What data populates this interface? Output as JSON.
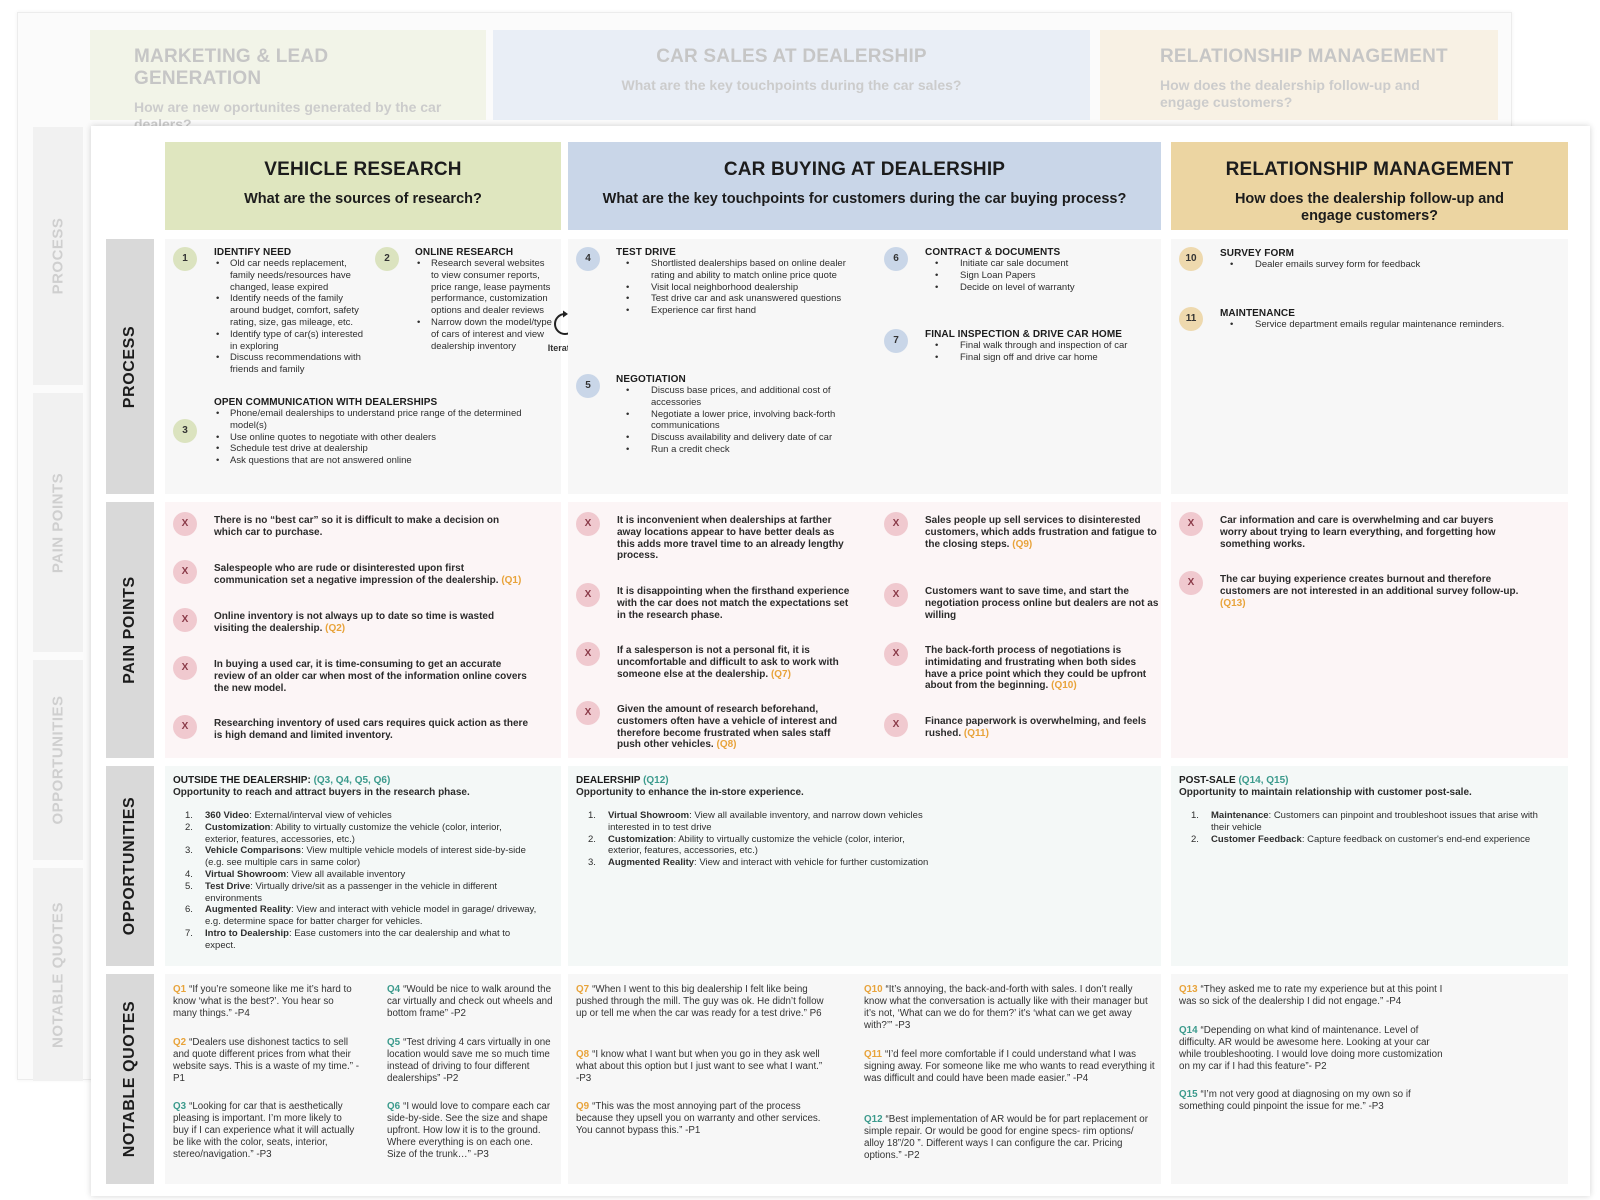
{
  "back": {
    "phases": [
      {
        "title": "MARKETING & LEAD GENERATION",
        "question": "How are new oportunites generated by the car dealers?",
        "color": "#f2f4e8"
      },
      {
        "title": "CAR SALES AT DEALERSHIP",
        "question": "What are the key touchpoints during the car sales?",
        "color": "#e9eef6"
      },
      {
        "title": "RELATIONSHIP MANAGEMENT",
        "question": "How does the dealership follow-up and engage customers?",
        "color": "#f8f1e4"
      }
    ],
    "rows": [
      "PROCESS",
      "PAIN POINTS",
      "OPPORTUNITIES",
      "NOTABLE QUOTES"
    ]
  },
  "phases": [
    {
      "title": "VEHICLE RESEARCH",
      "question": "What are the sources of research?",
      "color": "#dfe6bf"
    },
    {
      "title": "CAR BUYING AT DEALERSHIP",
      "question": "What are the key touchpoints for customers during the car buying process?",
      "color": "#c9d6e8"
    },
    {
      "title": "RELATIONSHIP MANAGEMENT",
      "question": "How does the dealership follow-up and engage customers?",
      "color": "#ecd5a2"
    }
  ],
  "rows": [
    "PROCESS",
    "PAIN POINTS",
    "OPPORTUNITIES",
    "NOTABLE QUOTES"
  ],
  "iterative_label": "Iterative",
  "process": {
    "s1": {
      "num": "1",
      "title": "IDENTIFY NEED",
      "bullets": [
        "Old car needs replacement, family needs/resources have changed, lease expired",
        "Identify needs of the family around budget, comfort, safety rating, size, gas mileage, etc.",
        "Identify type of car(s) interested in exploring",
        "Discuss recommendations with friends and family"
      ]
    },
    "s2": {
      "num": "2",
      "title": "ONLINE RESEARCH",
      "bullets": [
        "Research several websites to view consumer reports, price range, lease payments performance, customization options and dealer reviews",
        "Narrow down the model/type of cars of interest and view dealership inventory"
      ]
    },
    "s3": {
      "num": "3",
      "title": "OPEN COMMUNICATION WITH DEALERSHIPS",
      "bullets": [
        "Phone/email dealerships to understand price range of the determined model(s)",
        "Use online quotes to negotiate with other dealers",
        "Schedule test drive at dealership",
        "Ask questions that are not answered online"
      ]
    },
    "s4": {
      "num": "4",
      "title": "TEST DRIVE",
      "bullets": [
        "Shortlisted dealerships based on online dealer rating and ability to match online price quote",
        "Visit local neighborhood dealership",
        "Test drive car and ask unanswered questions",
        "Experience car first hand"
      ]
    },
    "s5": {
      "num": "5",
      "title": "NEGOTIATION",
      "bullets": [
        "Discuss base prices, and additional cost of accessories",
        "Negotiate a lower price, involving back-forth communications",
        "Discuss availability and delivery date of car",
        "Run a credit check"
      ]
    },
    "s6": {
      "num": "6",
      "title": "CONTRACT & DOCUMENTS",
      "bullets": [
        "Initiate car sale document",
        "Sign Loan Papers",
        "Decide on level of warranty"
      ]
    },
    "s7": {
      "num": "7",
      "title": "FINAL INSPECTION & DRIVE CAR HOME",
      "bullets": [
        "Final walk through and inspection  of car",
        "Final sign off and drive car home"
      ]
    },
    "s10": {
      "num": "10",
      "title": "SURVEY FORM",
      "bullets": [
        "Dealer emails survey form for feedback"
      ]
    },
    "s11": {
      "num": "11",
      "title": "MAINTENANCE",
      "bullets": [
        "Service department emails regular maintenance reminders."
      ]
    }
  },
  "pain": {
    "x": "X",
    "col1": [
      {
        "text": "There is no “best car” so it is difficult to make a decision on which car to purchase.",
        "ref": ""
      },
      {
        "text": "Salespeople who are rude or disinterested upon first communication set a negative impression of the dealership.",
        "ref": "(Q1)"
      },
      {
        "text": "Online inventory is not always up to date so time is wasted visiting the dealership.",
        "ref": "(Q2)"
      },
      {
        "text": "In buying a used car, it is time-consuming to get an accurate review of an older car when most of the information online covers the new model.",
        "ref": ""
      },
      {
        "text": "Researching inventory of used cars requires quick action as there is high demand and limited inventory.",
        "ref": ""
      }
    ],
    "col2": [
      {
        "text": "It is inconvenient when dealerships at farther away locations appear to have better deals as this adds more travel time to an already lengthy process.",
        "ref": ""
      },
      {
        "text": "It is disappointing when the firsthand experience with the car does not match the expectations set in the research phase.",
        "ref": ""
      },
      {
        "text": "If a salesperson is not a personal fit, it is uncomfortable and difficult to ask to work with someone else at the dealership.",
        "ref": "(Q7)"
      },
      {
        "text": "Given the amount of research beforehand, customers often have a vehicle of interest and therefore become frustrated when sales staff push other vehicles.",
        "ref": "(Q8)"
      }
    ],
    "col3": [
      {
        "text": "Sales people up sell services to disinterested customers, which adds frustration and fatigue to the closing steps.",
        "ref": "(Q9)"
      },
      {
        "text": "Customers want to save time, and start the negotiation process online but dealers are not as willing",
        "ref": ""
      },
      {
        "text": "The back-forth process of negotiations is intimidating and frustrating when both sides have a price point which they could be upfront about from the beginning.",
        "ref": "(Q10)"
      },
      {
        "text": "Finance paperwork is overwhelming, and feels rushed.",
        "ref": "(Q11)"
      }
    ],
    "col4": [
      {
        "text": "Car information and care is overwhelming and car buyers worry about trying to learn everything, and forgetting how something works.",
        "ref": ""
      },
      {
        "text": "The car buying experience creates burnout and therefore customers are not interested in an additional survey follow-up.",
        "ref": "(Q13)"
      }
    ]
  },
  "opp": {
    "outside": {
      "head": "OUTSIDE THE DEALERSHIP:",
      "refs": "(Q3, Q4, Q5, Q6)",
      "sub": "Opportunity to reach and attract buyers in the research phase.",
      "items": [
        {
          "n": "1.",
          "b": "360 Video",
          "t": ": External/interval view of vehicles"
        },
        {
          "n": "2.",
          "b": "Customization",
          "t": ": Ability to virtually customize the vehicle (color, interior, exterior, features, accessories, etc.)"
        },
        {
          "n": "3.",
          "b": "Vehicle Comparisons",
          "t": ": View multiple vehicle models of interest side-by-side (e.g. see multiple cars in same color)"
        },
        {
          "n": "4.",
          "b": "Virtual Showroom",
          "t": ": View all available inventory"
        },
        {
          "n": "5.",
          "b": "Test Drive",
          "t": ": Virtually drive/sit as a passenger in the vehicle in different environments"
        },
        {
          "n": "6.",
          "b": "Augmented Reality",
          "t": ": View and interact with vehicle model in garage/ driveway, e.g. determine space for batter charger for vehicles."
        },
        {
          "n": "7.",
          "b": "Intro to Dealership",
          "t": ": Ease customers into the car dealership and what to expect."
        }
      ]
    },
    "dealer": {
      "head": "DEALERSHIP",
      "refs": "(Q12)",
      "sub": "Opportunity to enhance the in-store experience.",
      "items": [
        {
          "n": "1.",
          "b": "Virtual Showroom",
          "t": ": View all available inventory, and narrow down vehicles interested in to test drive"
        },
        {
          "n": "2.",
          "b": "Customization",
          "t": ": Ability to virtually customize the vehicle (color, interior, exterior, features, accessories, etc.)"
        },
        {
          "n": "3.",
          "b": "Augmented Reality",
          "t": ": View and interact with vehicle for further customization"
        }
      ]
    },
    "post": {
      "head": "POST-SALE",
      "refs": "(Q14, Q15)",
      "sub": "Opportunity to maintain relationship with customer post-sale.",
      "items": [
        {
          "n": "1.",
          "b": "Maintenance",
          "t": ": Customers can pinpoint and troubleshoot issues that arise with their vehicle"
        },
        {
          "n": "2.",
          "b": "Customer Feedback",
          "t": ": Capture feedback on customer's end-end experience"
        }
      ]
    }
  },
  "quotes": {
    "q1": {
      "id": "Q1",
      "text": "“If you’re someone like me it’s hard to know ‘what is the best?’. You hear so many things.” -P4"
    },
    "q2": {
      "id": "Q2",
      "text": "“Dealers use dishonest tactics to sell and quote different prices from what their website says. This is a waste of my time.” -P1"
    },
    "q3": {
      "id": "Q3",
      "text": "“Looking for car that is aesthetically pleasing is important. I’m more likely to buy if I can experience what it will actually be like with the color, seats, interior, stereo/navigation.” -P3"
    },
    "q4": {
      "id": "Q4",
      "text": "“Would be nice to walk around the car virtually and check out wheels and bottom frame” -P2"
    },
    "q5": {
      "id": "Q5",
      "text": "“Test driving 4 cars virtually in one location would save me so much time instead of driving to four different dealerships” -P2"
    },
    "q6": {
      "id": "Q6",
      "text": "“I would love to compare each car side-by-side. See the size and shape upfront. How low it is to the ground. Where everything is on each one. Size of the trunk…” -P3"
    },
    "q7": {
      "id": "Q7",
      "text": "“When I went to this big dealership I felt like being pushed through the mill. The guy was ok. He didn’t follow up or tell me when the car was ready for a test drive.” P6"
    },
    "q8": {
      "id": "Q8",
      "text": "“I know what I want but when you go in they ask well what about this option but I just want to see what I want.” -P3"
    },
    "q9": {
      "id": "Q9",
      "text": "“This was the most annoying part of the process because they upsell you on warranty and other services. You cannot bypass this.” -P1"
    },
    "q10": {
      "id": "Q10",
      "text": "“It’s annoying, the back-and-forth with sales. I don’t really know what the conversation is actually like with their manager but it’s not, ‘What can we do for them?’ it’s ‘what can we get away with?’” -P3"
    },
    "q11": {
      "id": "Q11",
      "text": "“I’d feel more comfortable if I could understand what I was signing away. For someone like me who wants to read everything it was difficult and could have been made easier.” -P4"
    },
    "q12": {
      "id": "Q12",
      "text": "“Best implementation of AR would be for part replacement or simple repair. Or would be good for engine specs- rim options/ alloy 18”/20 ”. Different ways I can configure the car. Pricing options.” -P2"
    },
    "q13": {
      "id": "Q13",
      "text": "“They asked me to rate my experience but at this point I was so sick of the dealership I did not engage.” -P4"
    },
    "q14": {
      "id": "Q14",
      "text": "“Depending on what  kind of maintenance. Level of difficulty.  AR would be awesome here. Looking at your car while troubleshooting. I would love doing more customization on my car if I had this feature”- P2"
    },
    "q15": {
      "id": "Q15",
      "text": "“I’m not very good at diagnosing on my own so if something could pinpoint the issue for me.” -P3"
    }
  }
}
